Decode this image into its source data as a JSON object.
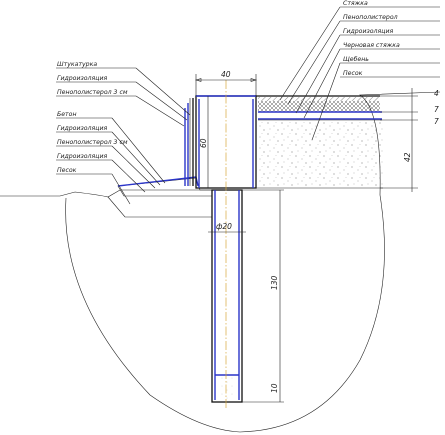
{
  "layers_right": [
    "Стяжка",
    "Пенополистерол",
    "Гидроизоляция",
    "Черновая стяжка",
    "Щебень",
    "Песок"
  ],
  "layers_wall": [
    "Штукатурка",
    "Гидроизоляция",
    "Пенополистерол 3 см"
  ],
  "layers_base": [
    "Бетон",
    "Гидроизоляция",
    "Пенополистерол 3 см",
    "Гидроизоляция",
    "Песок"
  ],
  "dimensions": {
    "top_width": "40",
    "collar_height": "60",
    "pipe_diameter": "ф20",
    "pipe_length": "130",
    "pipe_bottom": "10",
    "layer_4": "4",
    "layer_7a": "7",
    "layer_7b": "7",
    "floor_depth": "42"
  },
  "colors": {
    "insulation": "#2b35c9",
    "axis": "#d8a93a",
    "line": "#222222"
  }
}
